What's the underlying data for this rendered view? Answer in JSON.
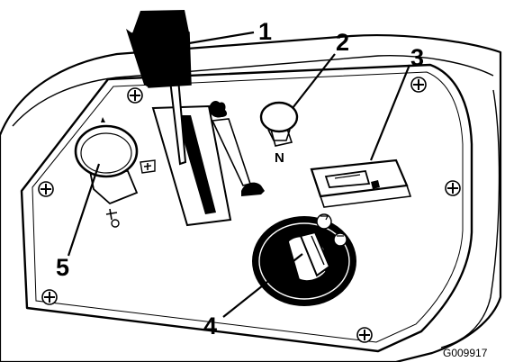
{
  "callouts": {
    "c1": "1",
    "c2": "2",
    "c3": "3",
    "c4": "4",
    "c5": "5"
  },
  "neutral_label": "N",
  "figure_id": "G009917",
  "colors": {
    "line": "#000000",
    "fill": "#ffffff"
  }
}
